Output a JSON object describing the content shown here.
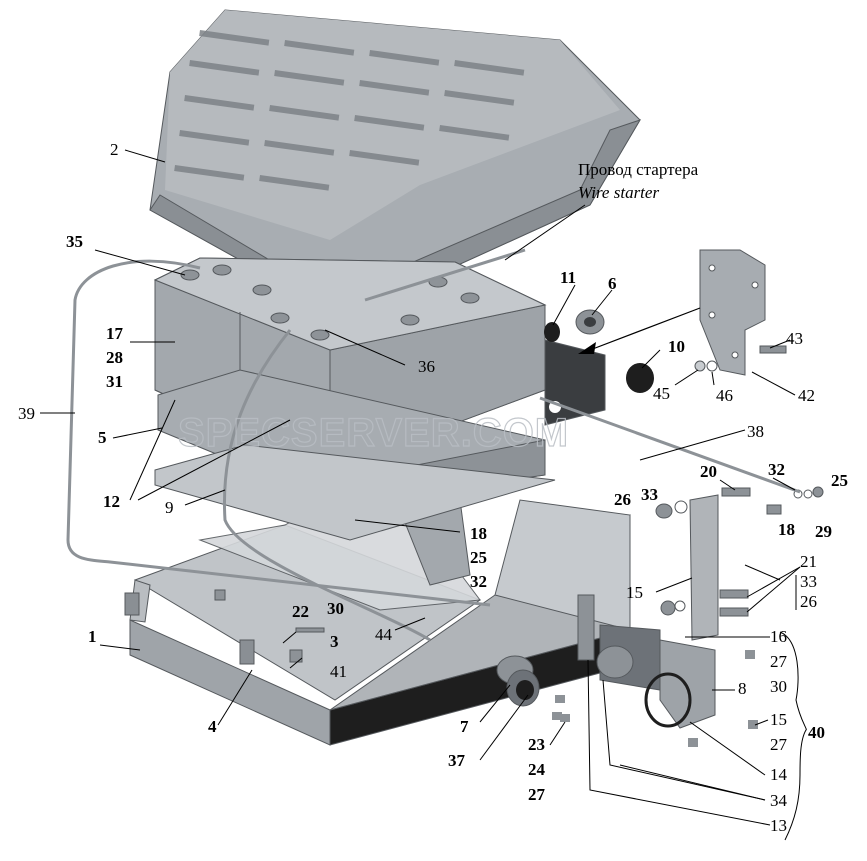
{
  "watermark": "SPECSERVER.COM",
  "caption": {
    "ru": "Провод стартера",
    "en": "Wire starter"
  },
  "labels": {
    "l1": "1",
    "l2": "2",
    "l3": "3",
    "l4": "4",
    "l5": "5",
    "l6": "6",
    "l7": "7",
    "l8": "8",
    "l9": "9",
    "l10": "10",
    "l11": "11",
    "l12": "12",
    "l13": "13",
    "l14": "14",
    "l15a": "15",
    "l15b": "15",
    "l16": "16",
    "l17": "17",
    "l18a": "18",
    "l18b": "18",
    "l20": "20",
    "l21": "21",
    "l22": "22",
    "l23": "23",
    "l24": "24",
    "l25a": "25",
    "l25b": "25",
    "l26a": "26",
    "l26b": "26",
    "l27a": "27",
    "l27b": "27",
    "l27c": "27",
    "l28": "28",
    "l29": "29",
    "l30a": "30",
    "l30b": "30",
    "l31": "31",
    "l32a": "32",
    "l32b": "32",
    "l33a": "33",
    "l33b": "33",
    "l34": "34",
    "l35": "35",
    "l36": "36",
    "l37": "37",
    "l38": "38",
    "l39": "39",
    "l40": "40",
    "l41": "41",
    "l42": "42",
    "l43": "43",
    "l44": "44",
    "l45": "45",
    "l46": "46"
  },
  "colors": {
    "part": "#9aa0a6",
    "part_light": "#c8ccd0",
    "part_dark": "#6d7278",
    "base_dark": "#1e1e1e"
  }
}
